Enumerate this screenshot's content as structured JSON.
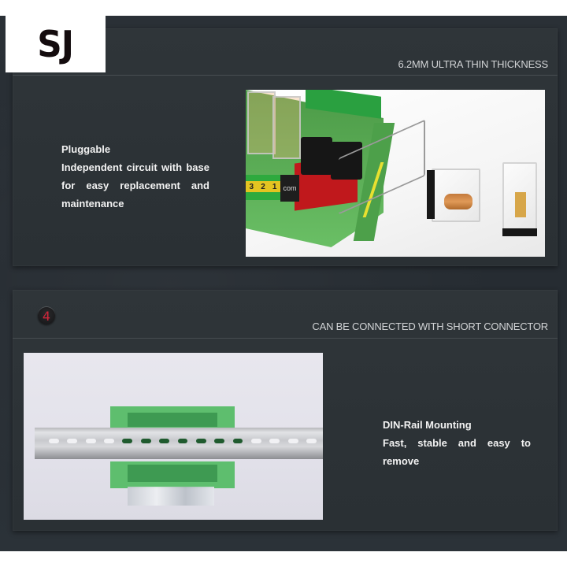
{
  "logo": {
    "text": "SJ"
  },
  "sections": [
    {
      "header": "6.2MM ULTRA THIN THICKNESS",
      "feature": {
        "title": "Pluggable",
        "description": "Independent circuit with base for easy replacement and maintenance"
      },
      "photo": {
        "alt": "Relay module with pluggable relays removed from sockets",
        "terminal_labels": [
          "3",
          "2",
          "1"
        ],
        "com_label": "com"
      }
    },
    {
      "badge": "4",
      "header": "CAN BE CONNECTED WITH SHORT CONNECTOR",
      "feature": {
        "title": "DIN-Rail Mounting",
        "description": "Fast, stable and easy to remove"
      },
      "photo": {
        "alt": "Green module housing mounted on a DIN rail"
      }
    }
  ],
  "colors": {
    "background": "#272d33",
    "panel": "#2d3337",
    "header_text": "#d2d4d6",
    "body_text": "#f2f2f2",
    "badge_number": "#d0263a",
    "logo_text": "#140c0e",
    "module_green": "#5ebe6e"
  }
}
